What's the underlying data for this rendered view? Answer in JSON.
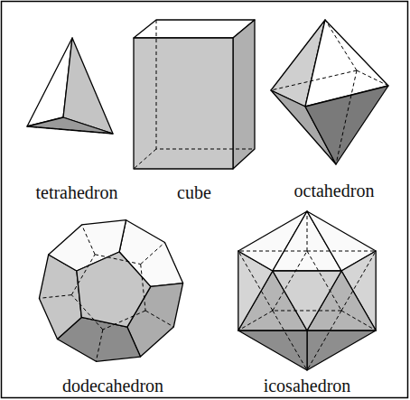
{
  "diagram": {
    "labels": [
      "tetrahedron",
      "cube",
      "octahedron",
      "dodecahedron",
      "icosahedron"
    ]
  }
}
